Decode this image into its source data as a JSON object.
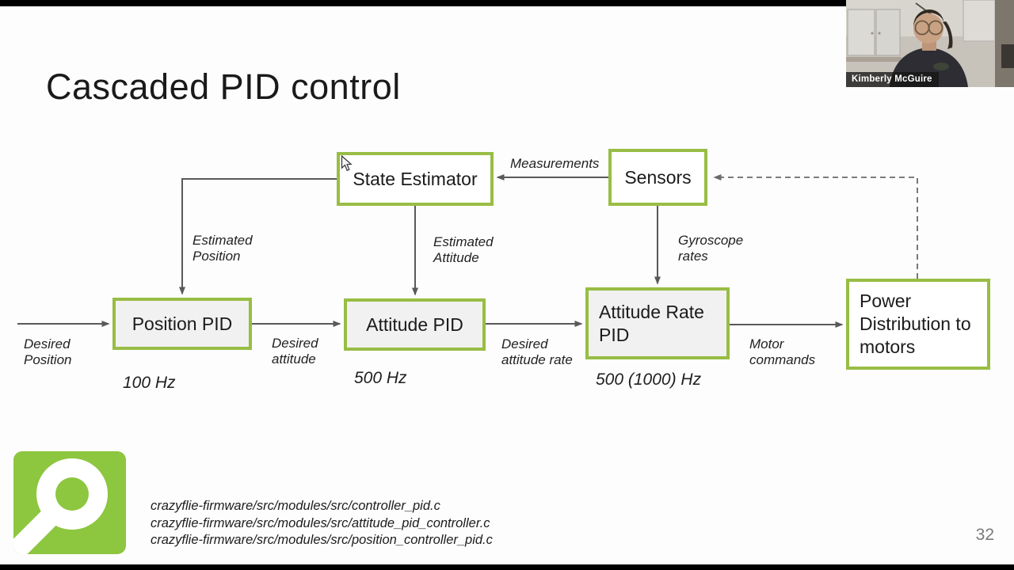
{
  "slide": {
    "title": "Cascaded PID control",
    "page_number": "32"
  },
  "webcam": {
    "name_label": "Kimberly McGuire"
  },
  "diagram": {
    "boxes": {
      "state_estimator": "State Estimator",
      "sensors": "Sensors",
      "position_pid": "Position PID",
      "attitude_pid": "Attitude PID",
      "attitude_rate_pid": "Attitude Rate PID",
      "power_distribution": "Power Distribution to motors"
    },
    "arrow_labels": {
      "measurements": "Measurements",
      "estimated_position": "Estimated\nPosition",
      "estimated_attitude": "Estimated\nAttitude",
      "gyroscope_rates": "Gyroscope\nrates",
      "desired_position": "Desired\nPosition",
      "desired_attitude": "Desired\nattitude",
      "desired_attitude_rate": "Desired\nattitude rate",
      "motor_commands": "Motor\ncommands"
    },
    "rate_labels": {
      "position_pid": "100 Hz",
      "attitude_pid": "500 Hz",
      "attitude_rate_pid": "500 (1000) Hz"
    }
  },
  "footer": {
    "source_files": [
      "crazyflie-firmware/src/modules/src/controller_pid.c",
      "crazyflie-firmware/src/modules/src/attitude_pid_controller.c",
      "crazyflie-firmware/src/modules/src/position_controller_pid.c"
    ]
  },
  "colors": {
    "box_border_green": "#98bd44",
    "logo_green": "#8dc63f",
    "connector_gray": "#595959",
    "box_fill_gray": "#f1f1f1",
    "letterbox_black": "#000000"
  }
}
